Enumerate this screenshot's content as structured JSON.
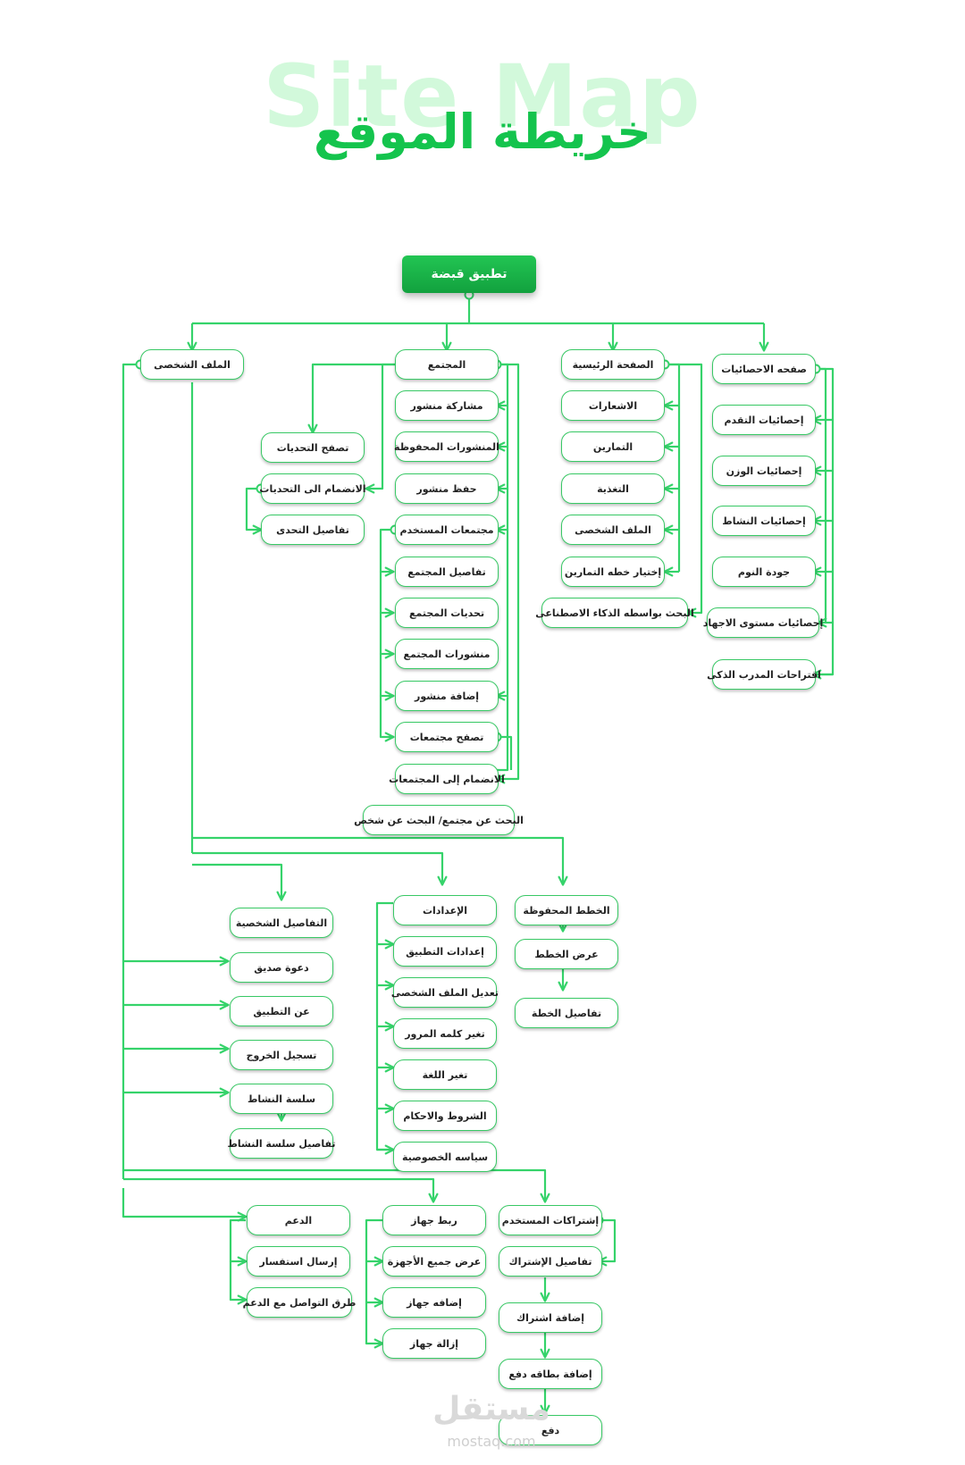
{
  "header": {
    "bg_title": "Site Map",
    "title": "خريطة الموقع"
  },
  "root": "تطبيق قبضة",
  "nodes": {
    "stats": "صفحه الاحصائيات",
    "progress": "إحصائيات التقدم",
    "weight": "إحصائيات الوزن",
    "activity_stats": "إحصائيات النشاط",
    "sleep": "جودة النوم",
    "stress": "إحصائيات مستوى الاجهاد",
    "coach": "اقتراحات المدرب الذكى",
    "home": "الصفحة الرئيسية",
    "notifications": "الاشعارات",
    "exercises": "التمارين",
    "nutrition": "التغذية",
    "home_profile": "الملف الشخصى",
    "plan_choice": "إختيار خطه التمارين",
    "ai_search": "البحث بواسطه الذكاء الاصطناعى",
    "community": "المجتمع",
    "share_post": "مشاركة منشور",
    "saved_posts": "المنشورات المحفوظة",
    "save_post": "حفظ منشور",
    "user_communities": "مجتمعات المستخدم",
    "community_details": "تفاصيل المجتمع",
    "community_challenges": "تحديات المجتمع",
    "community_posts": "منشورات المجتمع",
    "add_post": "إضافة منشور",
    "browse_communities": "تصفح مجتمعات",
    "join_communities": "الانضمام إلى المجتمعات",
    "search_community": "البحث عن مجتمع/ البحث عن شخص",
    "browse_challenges": "تصفح التحديات",
    "join_challenges": "الانضمام الى التحديات",
    "challenge_details": "تفاصيل التحدى",
    "profile": "الملف الشخصى",
    "saved_plans": "الخطط المحفوظة",
    "view_plans": "عرض الخطط",
    "plan_details": "تفاصيل الخطة",
    "settings": "الإعدادات",
    "app_settings": "إعدادات التطبيق",
    "edit_profile": "تعديل الملف الشخصى",
    "change_password": "تغير كلمه المرور",
    "change_language": "تغير اللغة",
    "terms": "الشروط والاحكام",
    "privacy": "سياسه الخصوصية",
    "personal_details": "التفاصيل الشخصية",
    "invite_friend": "دعوة صديق",
    "about_app": "عن التطبيق",
    "logout": "تسجيل الخروج",
    "activity_chain": "سلسة النشاط",
    "activity_chain_details": "تفاصيل سلسة النشاط",
    "support": "الدعم",
    "send_inquiry": "إرسال استفسار",
    "contact_methods": "طرق التواصل مع الدعم",
    "link_device": "ربط جهاز",
    "view_devices": "عرض جميع الأجهزة",
    "add_device": "إضافه جهاز",
    "remove_device": "إزالة جهاز",
    "subscriptions": "إشتراكات المستخدم",
    "subscription_details": "تفاصيل الإشتراك",
    "add_subscription": "إضافة اشتراك",
    "add_card": "إضافة بطاقه دفع",
    "pay": "دفع"
  },
  "watermark": {
    "name": "مستقل",
    "site": "mostaq.com"
  },
  "colors": {
    "accent": "#14c44d",
    "line": "#35d36a",
    "border": "#38c965"
  }
}
